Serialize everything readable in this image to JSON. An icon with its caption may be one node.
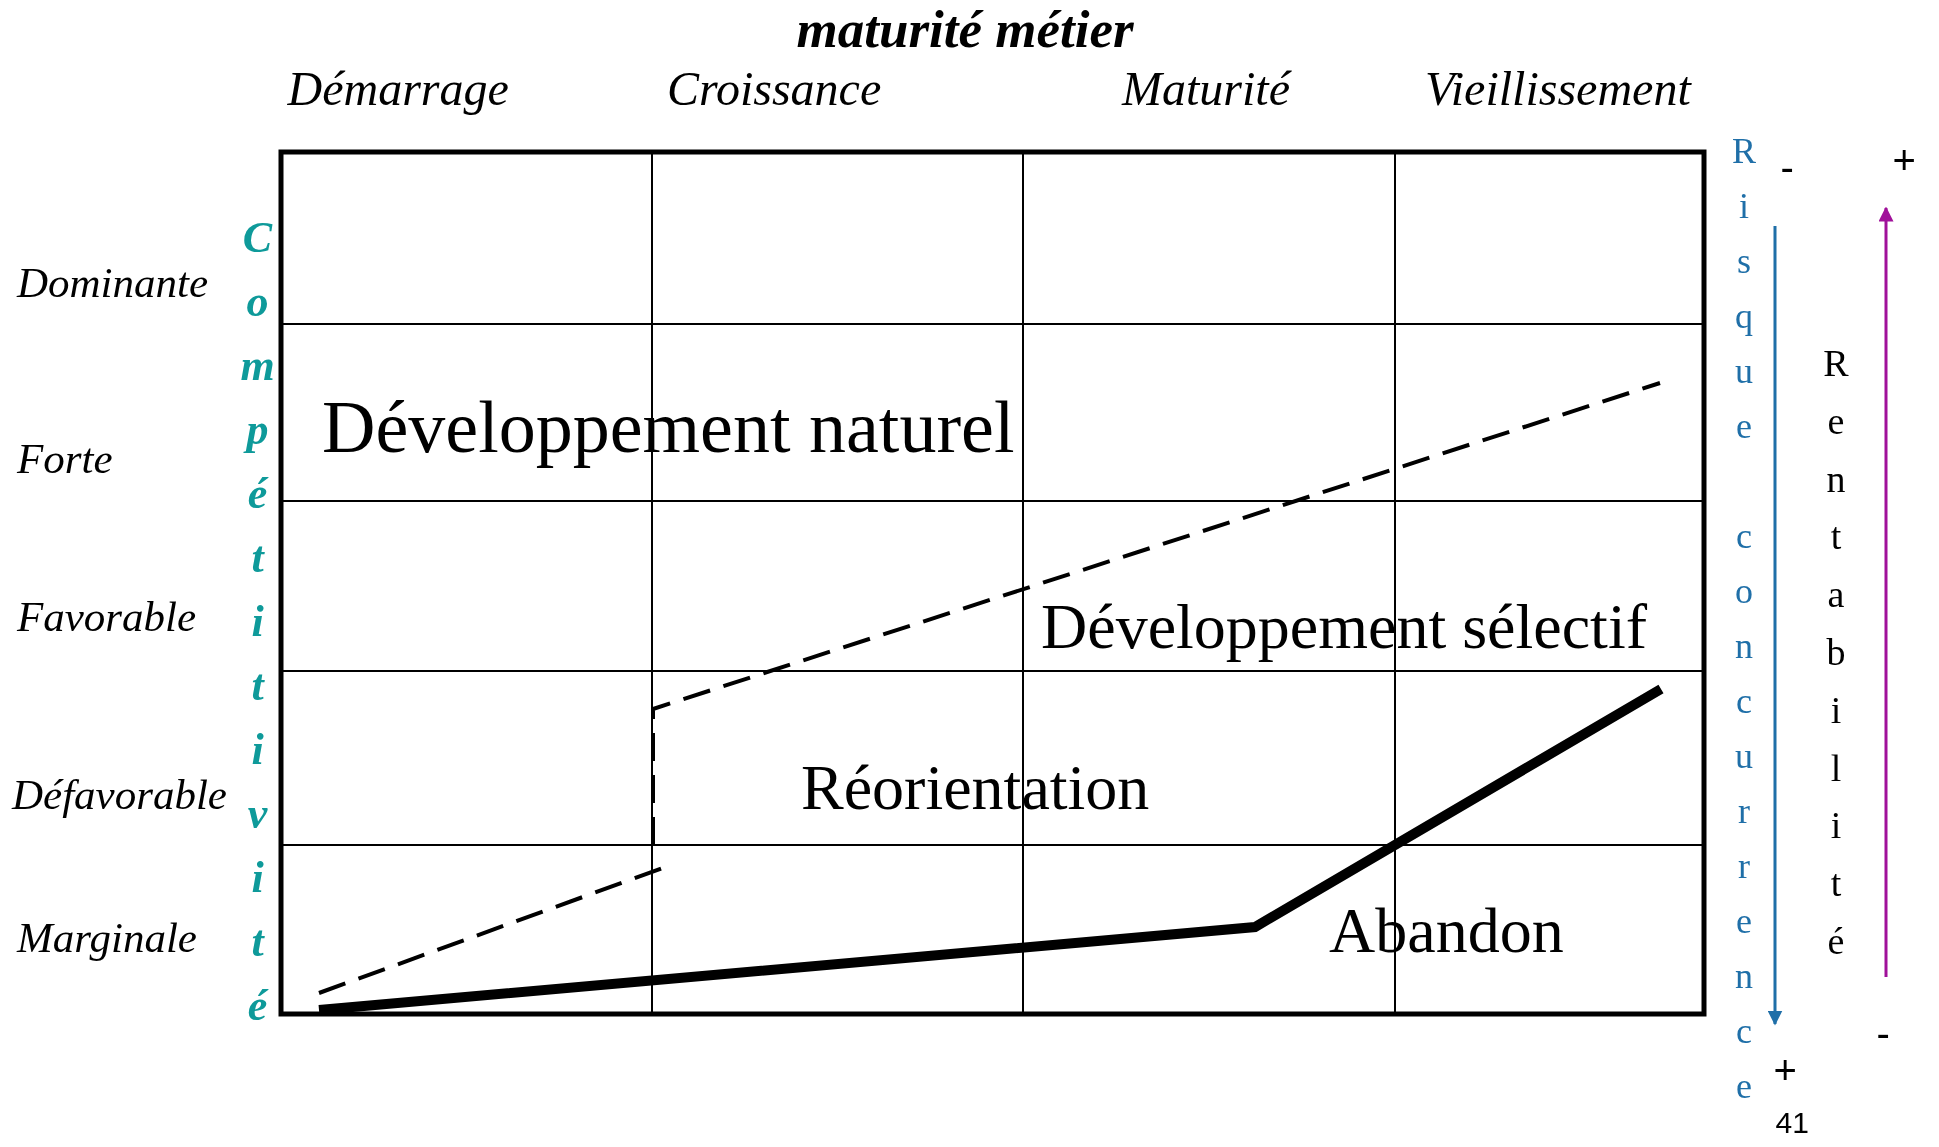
{
  "diagram": {
    "title": "maturité métier",
    "labels": [
      "Démarrage",
      "Croissance",
      "Maturité",
      "Vieillissement",
      "Risque concurrence",
      "-",
      "+",
      "Dominante",
      "Compétitivité",
      "Rentabilité",
      "Forte",
      "Développement naturel",
      "Favorable",
      "Développement sélectif",
      "Défavorable",
      "Réorientation",
      "Marginale",
      "Abandon",
      "-",
      "+",
      "41"
    ]
  }
}
